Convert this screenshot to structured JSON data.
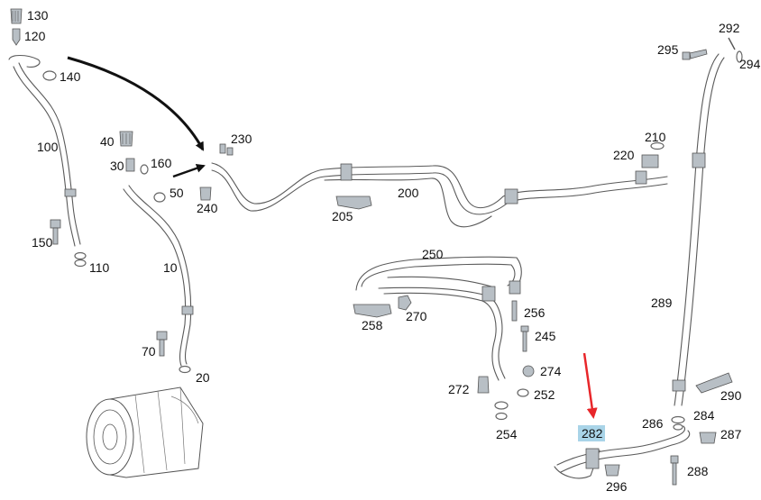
{
  "labels": {
    "p130": "130",
    "p120": "120",
    "p140": "140",
    "p100": "100",
    "p150": "150",
    "p110": "110",
    "p40": "40",
    "p30": "30",
    "p160": "160",
    "p50": "50",
    "p10": "10",
    "p70": "70",
    "p20": "20",
    "p230": "230",
    "p240": "240",
    "p200": "200",
    "p205": "205",
    "p210": "210",
    "p220": "220",
    "p250": "250",
    "p258": "258",
    "p270": "270",
    "p256": "256",
    "p245": "245",
    "p274": "274",
    "p272": "272",
    "p252": "252",
    "p254": "254",
    "p282": "282",
    "p296": "296",
    "p288": "288",
    "p286": "286",
    "p284": "284",
    "p287": "287",
    "p289": "289",
    "p290": "290",
    "p295": "295",
    "p292": "292",
    "p294": "294"
  },
  "highlight": {
    "part": "282",
    "color": "#a9d4e8",
    "arrow_color": "#e8262a"
  }
}
